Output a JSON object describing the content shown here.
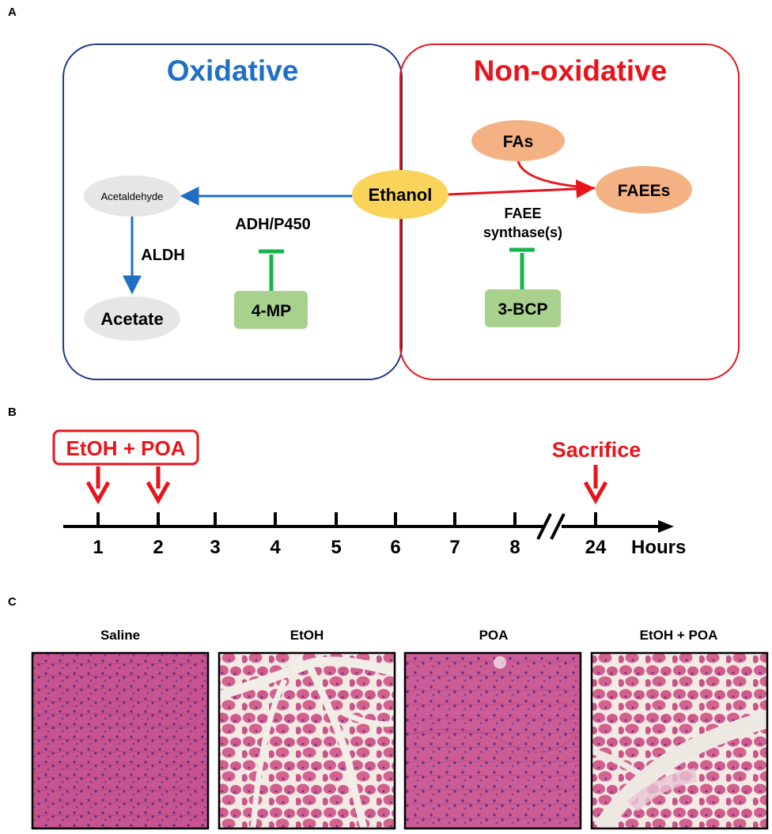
{
  "panel_labels": {
    "a": "A",
    "b": "B",
    "c": "C"
  },
  "panel_a": {
    "oxidative_title": "Oxidative",
    "non_oxidative_title": "Non-oxidative",
    "ethanol": "Ethanol",
    "acetaldehyde": "Acetaldehyde",
    "acetate": "Acetate",
    "aldh": "ALDH",
    "adh_p450": "ADH/P450",
    "inhibitor_oxidative": "4-MP",
    "fas": "FAs",
    "faees": "FAEEs",
    "faee_synthase_line1": "FAEE",
    "faee_synthase_line2": "synthase(s)",
    "inhibitor_non_oxidative": "3-BCP",
    "colors": {
      "oxidative": "#1F6FC5",
      "oxidative_border": "#1F3A8A",
      "non_oxidative": "#E8141B",
      "ethanol_fill": "#F9D35A",
      "fa_fill": "#F4B183",
      "inhibitor_fill": "#A9D18E",
      "inhibitor_line": "#16B34A",
      "metabolite_fill": "#E6E6E6"
    }
  },
  "panel_b": {
    "treatment": "EtOH + POA",
    "sacrifice": "Sacrifice",
    "axis_label": "Hours",
    "ticks": [
      "1",
      "2",
      "3",
      "4",
      "5",
      "6",
      "7",
      "8",
      "24"
    ]
  },
  "panel_c": {
    "images": [
      {
        "label": "Saline"
      },
      {
        "label": "EtOH"
      },
      {
        "label": "POA"
      },
      {
        "label": "EtOH + POA"
      }
    ]
  }
}
